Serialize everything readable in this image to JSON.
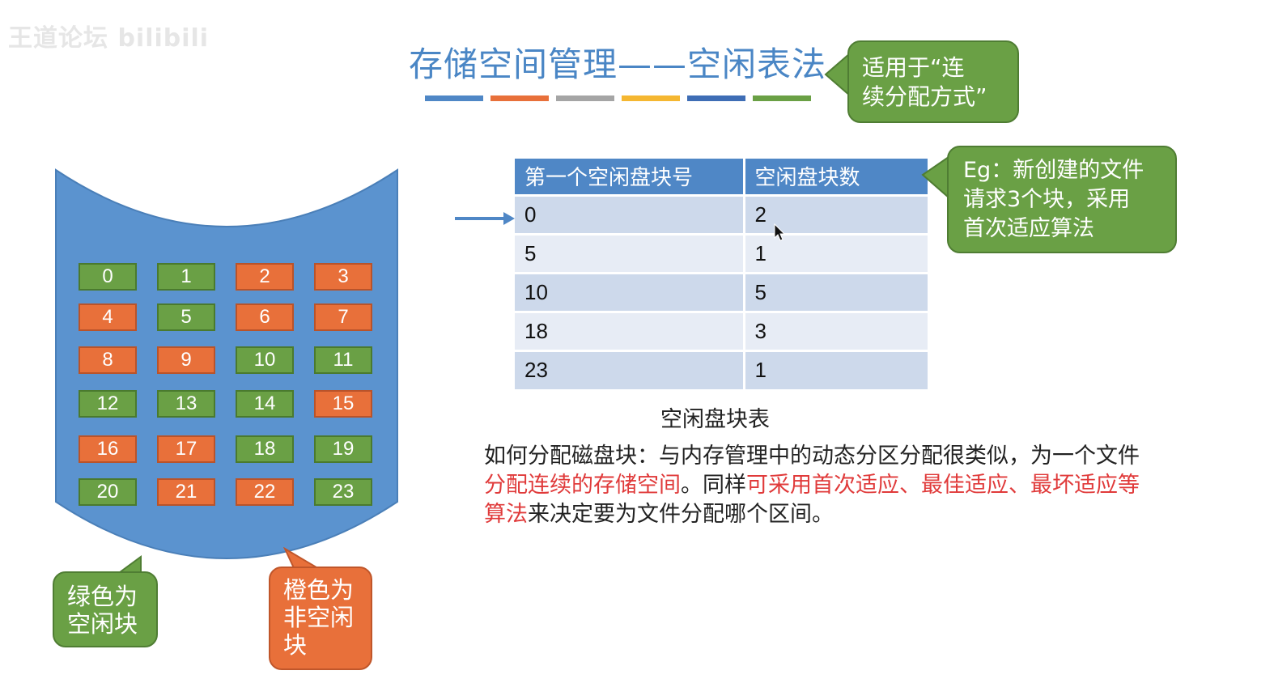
{
  "watermark": "王道论坛 bilibili",
  "title": "存储空间管理——空闲表法",
  "title_bar_colors": [
    "#4f87c6",
    "#e8703a",
    "#a5a5a5",
    "#f5b731",
    "#3e6db5",
    "#6aa045"
  ],
  "callouts": {
    "contiguous_line1": "适用于“连",
    "contiguous_line2": "续分配方式”",
    "example_line1": "Eg：新创建的文件",
    "example_line2": "请求3个块，采用",
    "example_line3": "首次适应算法",
    "green_line1": "绿色为",
    "green_line2": "空闲块",
    "orange_line1": "橙色为",
    "orange_line2": "非空闲",
    "orange_line3": "块"
  },
  "disk": {
    "colors": {
      "free": "#6aa045",
      "used": "#e8703a",
      "disk": "#5b93cf"
    },
    "rows": [
      [
        {
          "n": "0",
          "free": true
        },
        {
          "n": "1",
          "free": true
        },
        {
          "n": "2",
          "free": false
        },
        {
          "n": "3",
          "free": false
        }
      ],
      [
        {
          "n": "4",
          "free": false
        },
        {
          "n": "5",
          "free": true
        },
        {
          "n": "6",
          "free": false
        },
        {
          "n": "7",
          "free": false
        }
      ],
      [
        {
          "n": "8",
          "free": false
        },
        {
          "n": "9",
          "free": false
        },
        {
          "n": "10",
          "free": true
        },
        {
          "n": "11",
          "free": true
        }
      ],
      [
        {
          "n": "12",
          "free": true
        },
        {
          "n": "13",
          "free": true
        },
        {
          "n": "14",
          "free": true
        },
        {
          "n": "15",
          "free": false
        }
      ],
      [
        {
          "n": "16",
          "free": false
        },
        {
          "n": "17",
          "free": false
        },
        {
          "n": "18",
          "free": true
        },
        {
          "n": "19",
          "free": true
        }
      ],
      [
        {
          "n": "20",
          "free": true
        },
        {
          "n": "21",
          "free": false
        },
        {
          "n": "22",
          "free": false
        },
        {
          "n": "23",
          "free": true
        }
      ]
    ]
  },
  "table": {
    "headers": [
      "第一个空闲盘块号",
      "空闲盘块数"
    ],
    "rows": [
      [
        "0",
        "2"
      ],
      [
        "5",
        "1"
      ],
      [
        "10",
        "5"
      ],
      [
        "18",
        "3"
      ],
      [
        "23",
        "1"
      ]
    ],
    "caption": "空闲盘块表"
  },
  "description": {
    "p1": "如何分配磁盘块：与内存管理中的动态分区分配很类似，为一个文件",
    "p2_red": "分配连续的存储空间",
    "p2_black": "。同样",
    "p2_red2": "可采用首次适应、最佳适应、最坏适应等",
    "p3_red": "算法",
    "p3_black": "来决定要为文件分配哪个区间。"
  }
}
